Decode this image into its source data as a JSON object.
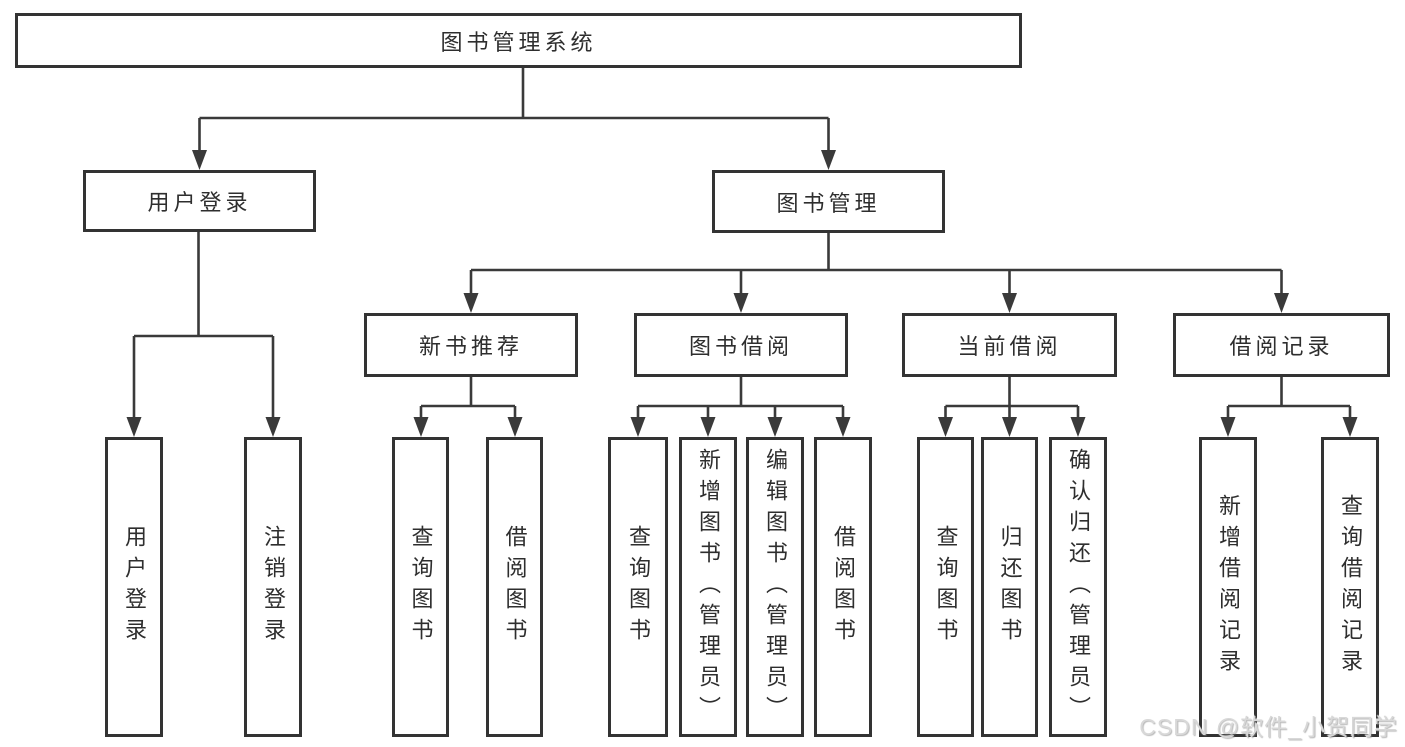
{
  "diagram": {
    "root": {
      "label": "图书管理系统"
    },
    "branches": [
      {
        "label": "用户登录",
        "children": [
          {
            "label": "用户登录"
          },
          {
            "label": "注销登录"
          }
        ]
      },
      {
        "label": "图书管理",
        "groups": [
          {
            "label": "新书推荐",
            "children": [
              {
                "label": "查询图书"
              },
              {
                "label": "借阅图书"
              }
            ]
          },
          {
            "label": "图书借阅",
            "children": [
              {
                "label": "查询图书"
              },
              {
                "label": "新增图书（管理员）"
              },
              {
                "label": "编辑图书（管理员）"
              },
              {
                "label": "借阅图书"
              }
            ]
          },
          {
            "label": "当前借阅",
            "children": [
              {
                "label": "查询图书"
              },
              {
                "label": "归还图书"
              },
              {
                "label": "确认归还（管理员）"
              }
            ]
          },
          {
            "label": "借阅记录",
            "children": [
              {
                "label": "新增借阅记录"
              },
              {
                "label": "查询借阅记录"
              }
            ]
          }
        ]
      }
    ]
  },
  "watermark": {
    "text": "CSDN @软件_小贺同学"
  },
  "colors": {
    "background": "#ffffff",
    "box_border": "#333333",
    "connector_line": "#3a3a3a",
    "text": "#2e2e2e",
    "watermark_text": "#d8d8d8"
  }
}
